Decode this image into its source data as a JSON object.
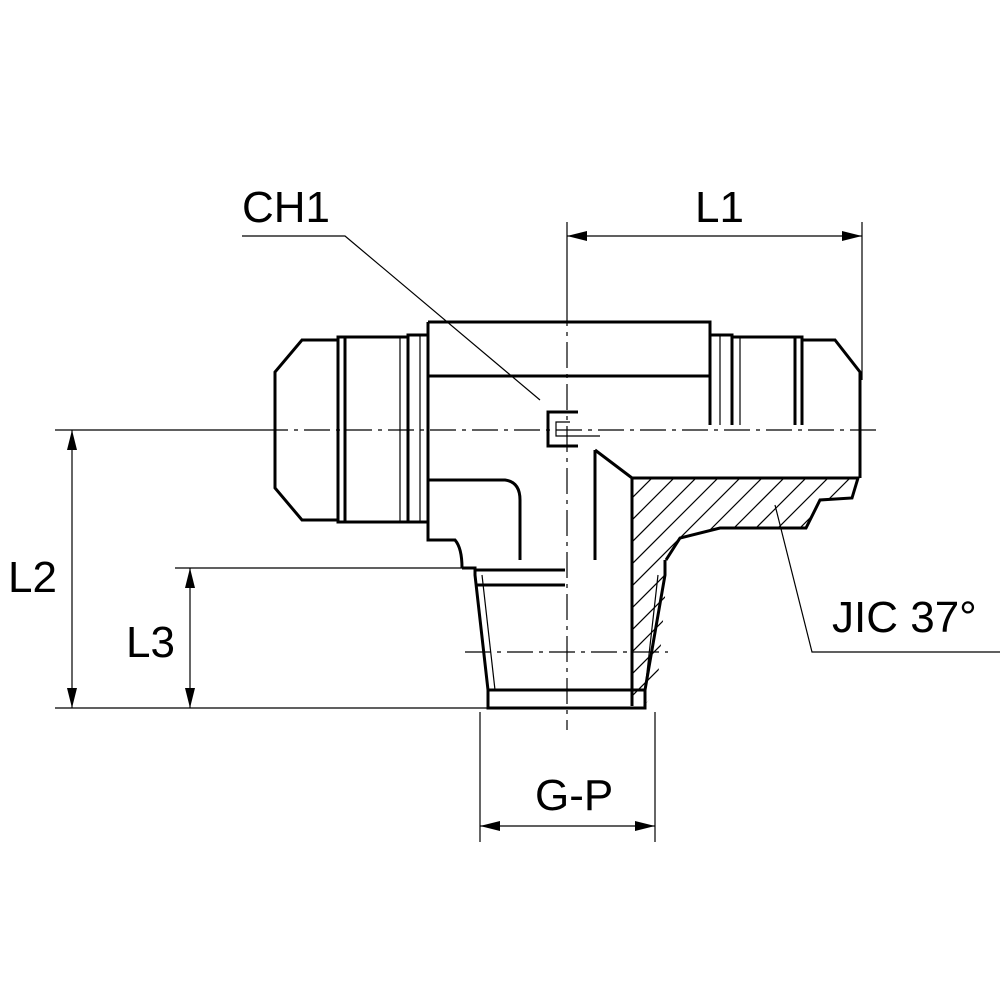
{
  "labels": {
    "ch1": "CH1",
    "l1": "L1",
    "l2": "L2",
    "l3": "L3",
    "gp": "G-P",
    "jic": "JIC 37°"
  }
}
